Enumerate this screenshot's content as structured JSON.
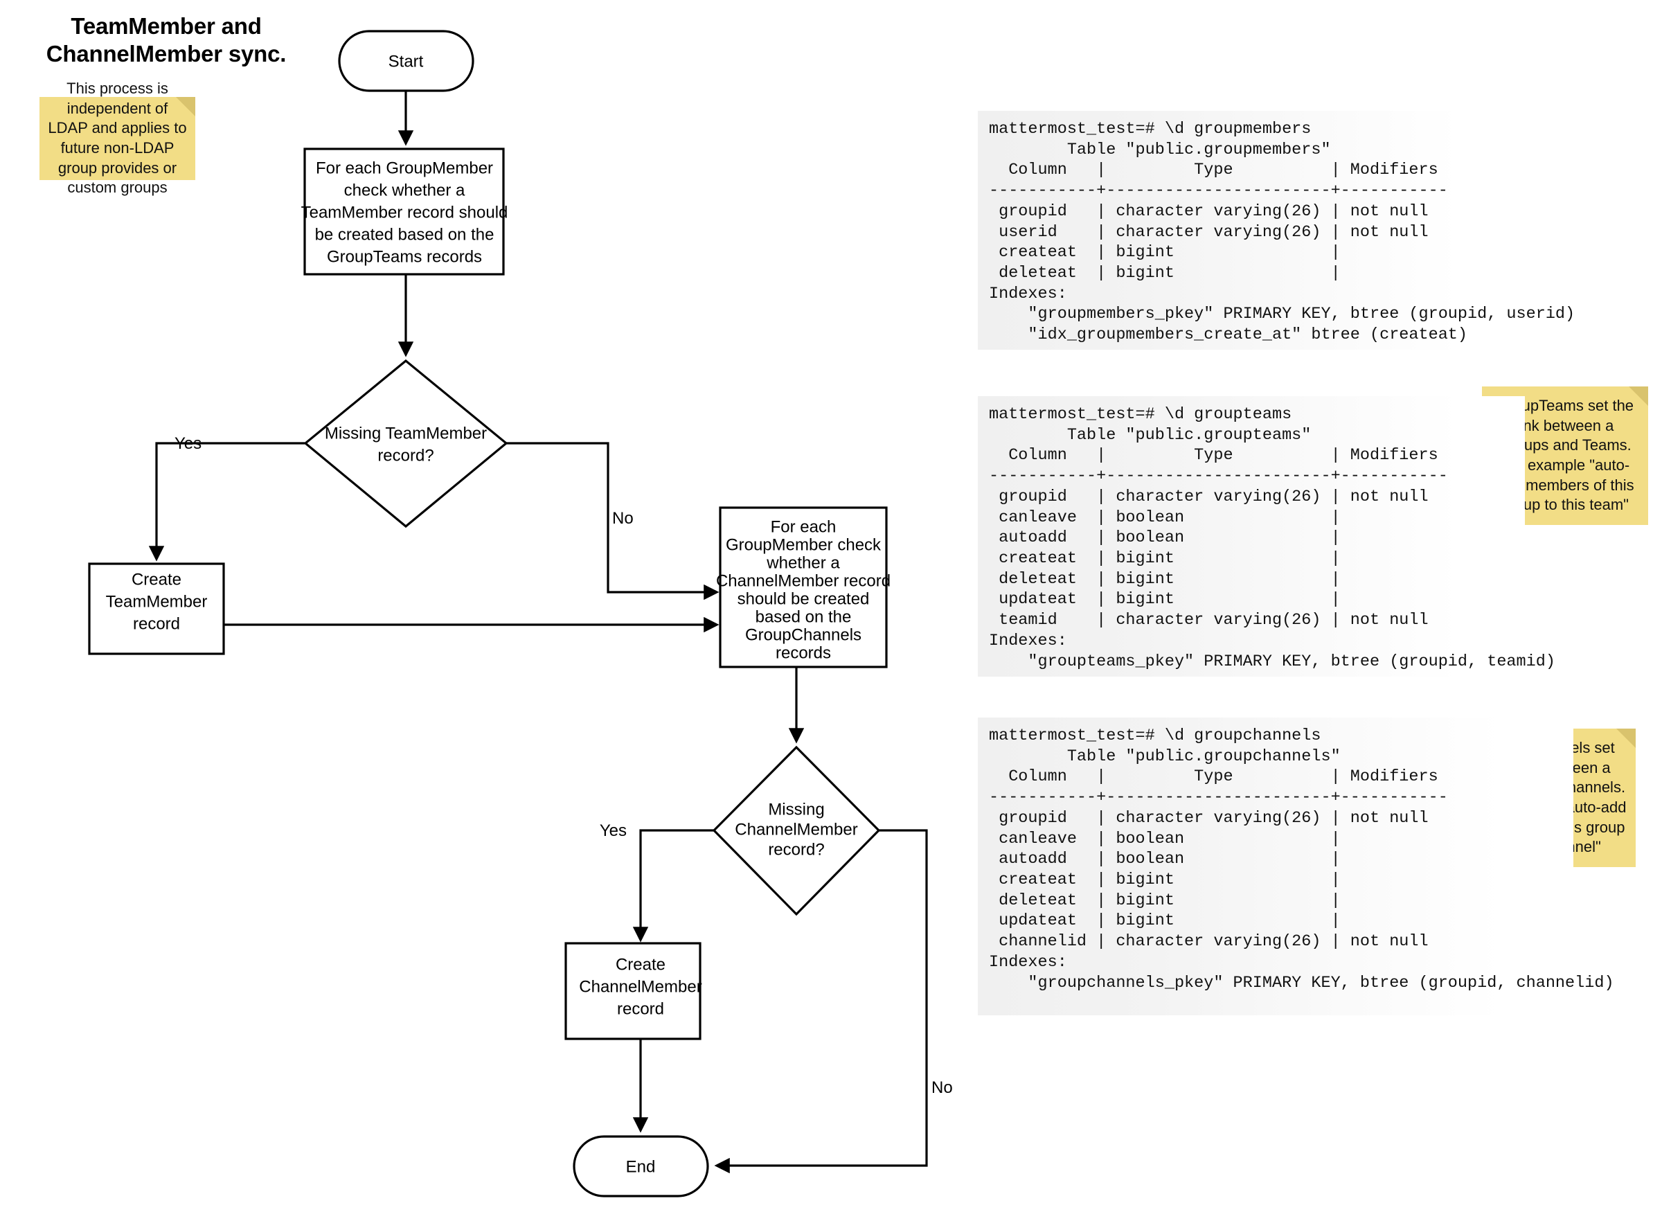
{
  "title": {
    "line1": "TeamMember and",
    "line2": "ChannelMember sync."
  },
  "notes": {
    "ldap": "This process is independent of LDAP and applies to future non-LDAP group provides or custom groups",
    "groupteams": "GroupTeams set the link between a Groups and Teams. For example \"auto-add members of this group to this team\"",
    "groupchannels": "GroupChannels set the link between a Groups and Channels. For example \"auto-add members of this group to this channel\""
  },
  "flowchart": {
    "nodes": {
      "start": "Start",
      "process_team": [
        "For each GroupMember",
        "check whether a",
        "TeamMember record should",
        "be created based on the",
        "GroupTeams records"
      ],
      "decision_team": [
        "Missing TeamMember",
        "record?"
      ],
      "create_team": [
        "Create",
        "TeamMember",
        "record"
      ],
      "process_channel": [
        "For each",
        "GroupMember check",
        "whether a",
        "ChannelMember record",
        "should be created",
        "based on the",
        "GroupChannels",
        "records"
      ],
      "decision_channel": [
        "Missing",
        "ChannelMember",
        "record?"
      ],
      "create_channel": [
        "Create",
        "ChannelMember",
        "record"
      ],
      "end": "End"
    },
    "edge_labels": {
      "team_yes": "Yes",
      "team_no": "No",
      "channel_yes": "Yes",
      "channel_no": "No"
    }
  },
  "terminals": {
    "groupmembers": "mattermost_test=# \\d groupmembers\n        Table \"public.groupmembers\"\n  Column   |         Type          | Modifiers\n-----------+-----------------------+-----------\n groupid   | character varying(26) | not null\n userid    | character varying(26) | not null\n createat  | bigint                |\n deleteat  | bigint                |\nIndexes:\n    \"groupmembers_pkey\" PRIMARY KEY, btree (groupid, userid)\n    \"idx_groupmembers_create_at\" btree (createat)",
    "groupteams": "mattermost_test=# \\d groupteams\n        Table \"public.groupteams\"\n  Column   |         Type          | Modifiers\n-----------+-----------------------+-----------\n groupid   | character varying(26) | not null\n canleave  | boolean               |\n autoadd   | boolean               |\n createat  | bigint                |\n deleteat  | bigint                |\n updateat  | bigint                |\n teamid    | character varying(26) | not null\nIndexes:\n    \"groupteams_pkey\" PRIMARY KEY, btree (groupid, teamid)",
    "groupchannels": "mattermost_test=# \\d groupchannels\n        Table \"public.groupchannels\"\n  Column   |         Type          | Modifiers\n-----------+-----------------------+-----------\n groupid   | character varying(26) | not null\n canleave  | boolean               |\n autoadd   | boolean               |\n createat  | bigint                |\n deleteat  | bigint                |\n updateat  | bigint                |\n channelid | character varying(26) | not null\nIndexes:\n    \"groupchannels_pkey\" PRIMARY KEY, btree (groupid, channelid)"
  }
}
